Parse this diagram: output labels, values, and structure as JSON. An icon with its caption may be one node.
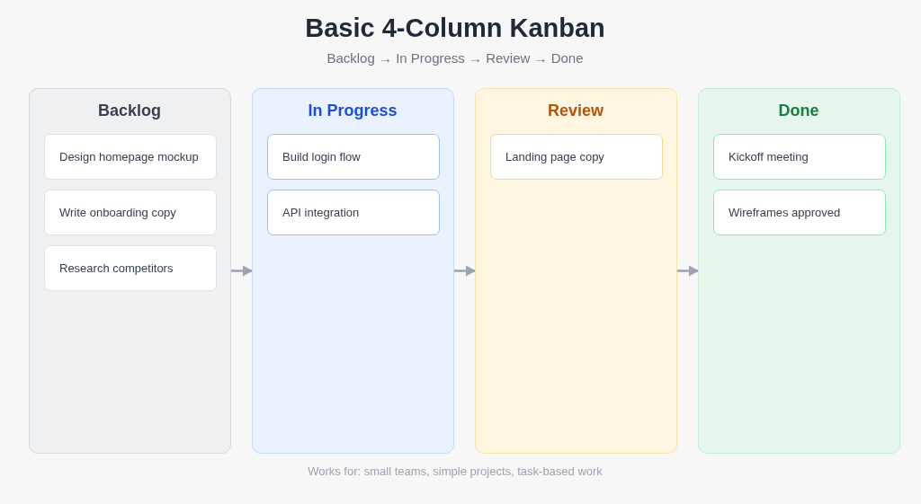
{
  "diagram": {
    "title": "Basic 4-Column Kanban",
    "nodes": [
      {
        "text": [
          "Backlog"
        ]
      },
      {
        "text": [
          "Design homepage mockup"
        ],
        "in": 0
      },
      {
        "text": [
          "Write onboarding copy"
        ],
        "in": 0
      },
      {
        "text": [
          "Research competitors"
        ],
        "in": 0
      },
      {
        "text": [
          "In Progress"
        ]
      },
      {
        "text": [
          "Build login flow"
        ],
        "in": 4
      },
      {
        "text": [
          "API integration"
        ],
        "in": 4
      },
      {
        "text": [
          "Review"
        ]
      },
      {
        "text": [
          "Landing page copy"
        ],
        "in": 7
      },
      {
        "text": [
          "Done"
        ]
      },
      {
        "text": [
          "Kickoff meeting"
        ],
        "in": 9
      },
      {
        "text": [
          "Wireframes approved"
        ],
        "in": 9
      }
    ],
    "edges": [
      {
        "from": 0,
        "to": 4,
        "arrow": "to"
      },
      {
        "from": 4,
        "to": 7,
        "arrow": "to"
      },
      {
        "from": 7,
        "to": 9,
        "arrow": "to"
      }
    ],
    "labels": [
      "Backlog → In Progress → Review → Done",
      "Works for: small teams, simple projects, task-based work"
    ]
  }
}
